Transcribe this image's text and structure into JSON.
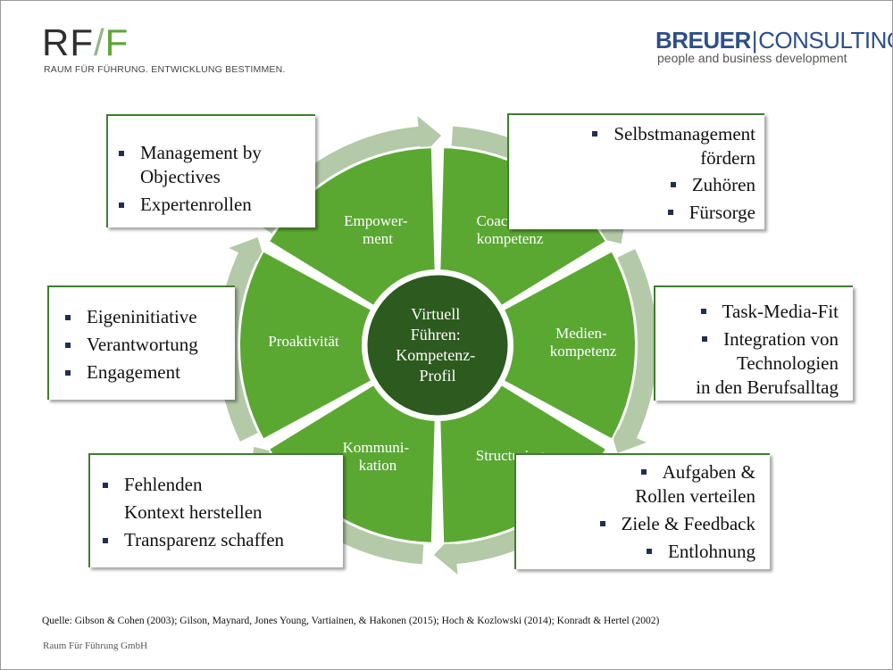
{
  "header": {
    "logo_left": "RF/F",
    "tagline": "RAUM FÜR FÜHRUNG. ENTWICKLUNG BESTIMMEN.",
    "logo_right_bold": "BREUER",
    "logo_right_rest": "CONSULTING",
    "logo_right_sub": "people and business development"
  },
  "colors": {
    "segment_green": "#5aa832",
    "center_dark": "#2d5a1e",
    "ring": "#b3c9a8",
    "box_border": "#3f7d2f"
  },
  "center": {
    "lines": [
      "Virtuell",
      "Führen:",
      "Kompetenz-",
      "Profil"
    ]
  },
  "segments": [
    {
      "lines": [
        "Empower-",
        "ment"
      ]
    },
    {
      "lines": [
        "Coaching-",
        "kompetenz"
      ]
    },
    {
      "lines": [
        "Medien-",
        "kompetenz"
      ]
    },
    {
      "lines": [
        "Structuring"
      ]
    },
    {
      "lines": [
        "Kommuni-",
        "kation"
      ]
    },
    {
      "lines": [
        "Proaktivität"
      ]
    }
  ],
  "boxes": {
    "top_left": [
      "Management by",
      "Objectives",
      "Expertenrollen"
    ],
    "top_right": [
      "Selbstmanagement",
      "fördern",
      "Zuhören",
      "Fürsorge"
    ],
    "mid_right": [
      "Task-Media-Fit",
      "Integration von",
      "Technologien",
      "in den Berufsalltag"
    ],
    "bottom_right": [
      "Aufgaben &",
      "Rollen verteilen",
      "Ziele & Feedback",
      "Entlohnung"
    ],
    "bottom_left": [
      "Fehlenden",
      "Kontext herstellen",
      "Transparenz schaffen"
    ],
    "mid_left": [
      "Eigeninitiative",
      "Verantwortung",
      "Engagement"
    ]
  },
  "source": "Quelle: Gibson & Cohen (2003); Gilson, Maynard, Jones Young, Vartiainen, & Hakonen (2015); Hoch & Kozlowski (2014); Konradt & Hertel (2002)",
  "footer": "Raum Für Führung GmbH"
}
